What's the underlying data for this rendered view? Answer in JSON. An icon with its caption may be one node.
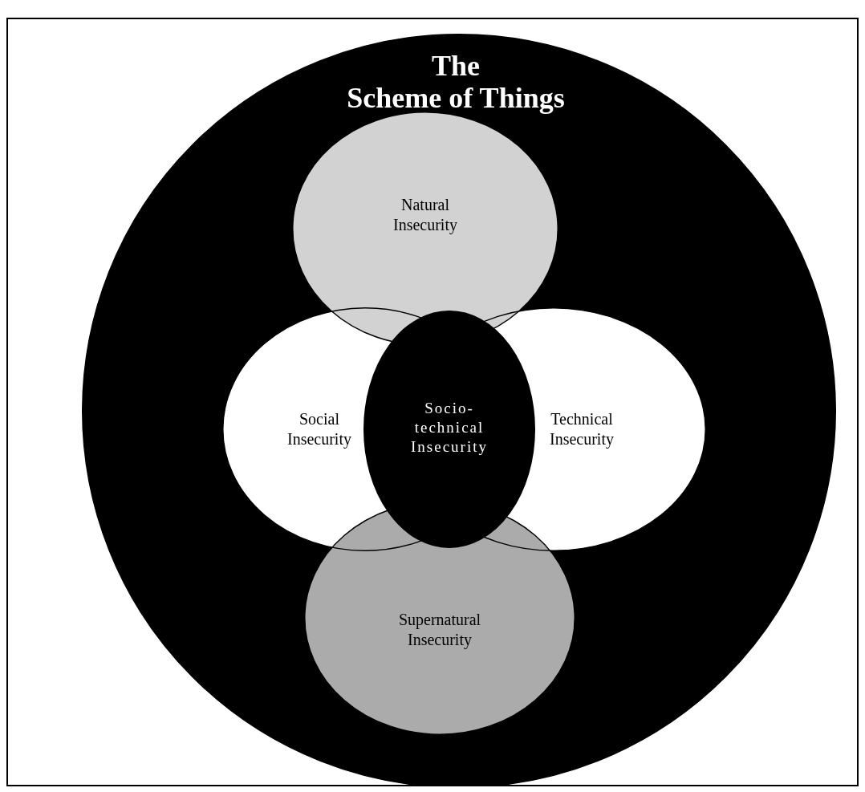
{
  "diagram": {
    "nodes": [
      {
        "text": [
          "The Scheme of Things"
        ]
      },
      {
        "text": [
          "Natural Insecurity"
        ]
      },
      {
        "text": [
          "Social Insecurity"
        ]
      },
      {
        "text": [
          "Socio-technical Insecurity"
        ]
      },
      {
        "text": [
          "Technical Insecurity"
        ]
      },
      {
        "text": [
          "Supernatural Insecurity"
        ]
      }
    ],
    "edges": []
  }
}
